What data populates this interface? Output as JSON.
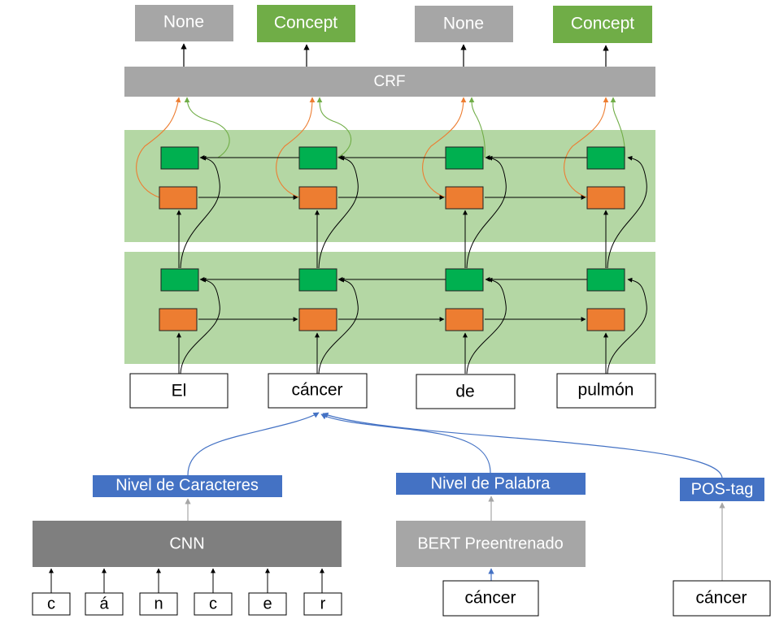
{
  "outputs": [
    "None",
    "Concept",
    "None",
    "Concept"
  ],
  "crf": {
    "label": "CRF"
  },
  "words": [
    "El",
    "cáncer",
    "de",
    "pulmón"
  ],
  "feature_tags": {
    "char_level": "Nivel de Caracteres",
    "word_level": "Nivel de Palabra",
    "pos": "POS-tag"
  },
  "cnn": {
    "label": "CNN"
  },
  "bert": {
    "label": "BERT Preentrenado"
  },
  "characters": [
    "c",
    "á",
    "n",
    "c",
    "e",
    "r"
  ],
  "bert_input": "cáncer",
  "pos_input": "cáncer",
  "colors": {
    "output_none": "#a6a6a6",
    "output_concept": "#70ad47",
    "crf": "#a6a6a6",
    "layer_band": "#b4d7a4",
    "lstm_forward": "#ed7d31",
    "lstm_backward": "#00b050",
    "tag_blue": "#4472c4",
    "cnn": "#7f7f7f",
    "bert": "#a6a6a6",
    "connector_blue": "#4472c4",
    "connector_grey": "#a6a6a6"
  }
}
